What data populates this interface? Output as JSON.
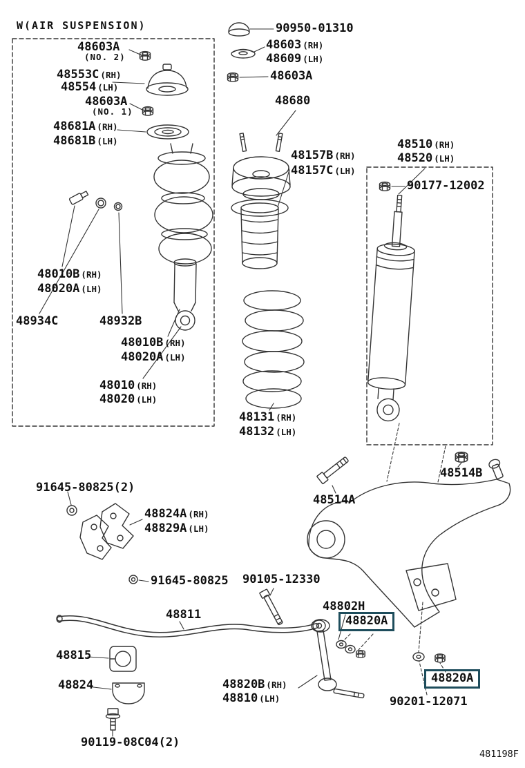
{
  "diagram": {
    "title": "W(AIR SUSPENSION)",
    "figure_code": "481198F",
    "highlight_color": "#1e4d5c",
    "line_color": "#333333"
  },
  "parts": {
    "p48603a_no2": {
      "number": "48603A",
      "note": "(NO. 2)"
    },
    "p48553c": {
      "number": "48553C",
      "side": "(RH)"
    },
    "p48554": {
      "number": "48554",
      "side": "(LH)"
    },
    "p48603a_no1": {
      "number": "48603A",
      "note": "(NO. 1)"
    },
    "p48681a": {
      "number": "48681A",
      "side": "(RH)"
    },
    "p48681b": {
      "number": "48681B",
      "side": "(LH)"
    },
    "p90950": {
      "number": "90950-01310"
    },
    "p48603": {
      "number": "48603",
      "side": "(RH)"
    },
    "p48609": {
      "number": "48609",
      "side": "(LH)"
    },
    "p48603a_mid": {
      "number": "48603A"
    },
    "p48680": {
      "number": "48680"
    },
    "p48157b": {
      "number": "48157B",
      "side": "(RH)"
    },
    "p48157c": {
      "number": "48157C",
      "side": "(LH)"
    },
    "p48510": {
      "number": "48510",
      "side": "(RH)"
    },
    "p48520": {
      "number": "48520",
      "side": "(LH)"
    },
    "p90177": {
      "number": "90177-12002"
    },
    "p48010b_1": {
      "number": "48010B",
      "side": "(RH)"
    },
    "p48020a_1": {
      "number": "48020A",
      "side": "(LH)"
    },
    "p48934c": {
      "number": "48934C"
    },
    "p48932b": {
      "number": "48932B"
    },
    "p48010b_2": {
      "number": "48010B",
      "side": "(RH)"
    },
    "p48020a_2": {
      "number": "48020A",
      "side": "(LH)"
    },
    "p48010": {
      "number": "48010",
      "side": "(RH)"
    },
    "p48020": {
      "number": "48020",
      "side": "(LH)"
    },
    "p48131": {
      "number": "48131",
      "side": "(RH)"
    },
    "p48132": {
      "number": "48132",
      "side": "(LH)"
    },
    "p48514b": {
      "number": "48514B"
    },
    "p48514a": {
      "number": "48514A"
    },
    "p91645_2": {
      "number": "91645-80825(2)"
    },
    "p48824a": {
      "number": "48824A",
      "side": "(RH)"
    },
    "p48829a": {
      "number": "48829A",
      "side": "(LH)"
    },
    "p91645": {
      "number": "91645-80825"
    },
    "p90105": {
      "number": "90105-12330"
    },
    "p48811": {
      "number": "48811"
    },
    "p48802h": {
      "number": "48802H"
    },
    "p48820a_upper": {
      "number": "48820A",
      "highlighted": true
    },
    "p48815": {
      "number": "48815"
    },
    "p48824": {
      "number": "48824"
    },
    "p48820b": {
      "number": "48820B",
      "side": "(RH)"
    },
    "p48810": {
      "number": "48810",
      "side": "(LH)"
    },
    "p48820a_lower": {
      "number": "48820A",
      "highlighted": true
    },
    "p90201": {
      "number": "90201-12071"
    },
    "p90119": {
      "number": "90119-08C04(2)"
    }
  }
}
